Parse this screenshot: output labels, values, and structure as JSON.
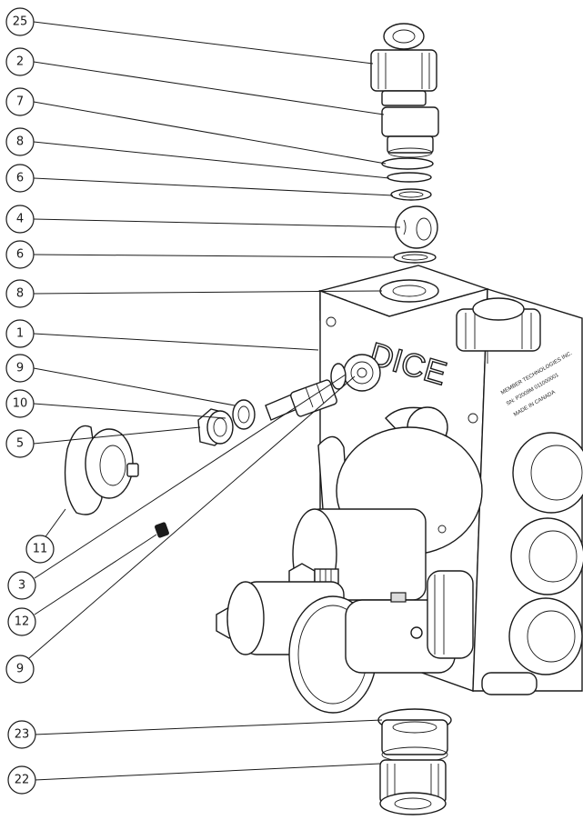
{
  "brand_text": "DICE",
  "nameplate": {
    "line1": "MEMBER TECHNOLOGIES INC.",
    "line2": "SN: P2009M 011000001",
    "line3": "MADE IN CANADA"
  },
  "callouts": [
    "25",
    "2",
    "7",
    "8",
    "6",
    "4",
    "6",
    "8",
    "1",
    "9",
    "10",
    "5",
    "11",
    "3",
    "12",
    "9",
    "23",
    "22"
  ],
  "colors": {
    "line": "#1a1a1a",
    "background": "#ffffff"
  }
}
